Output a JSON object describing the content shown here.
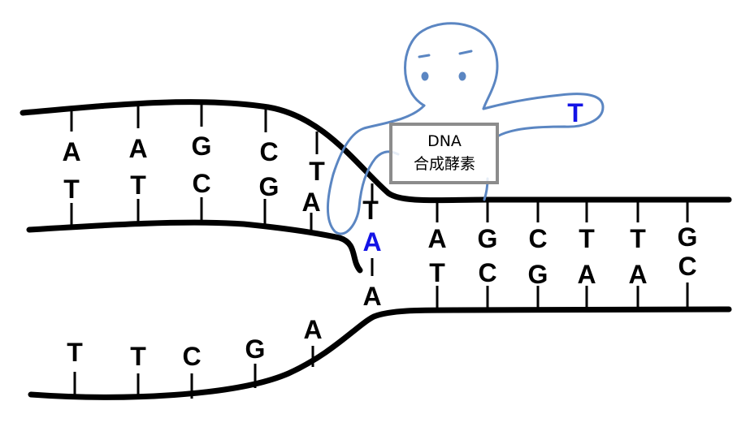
{
  "enzyme": {
    "label_line1": "DNA",
    "label_line2": "合成酵素",
    "held_base": "T"
  },
  "colors": {
    "strand": "#000000",
    "enzyme_outline": "#5b86c2",
    "new_base": "#1414e6",
    "label_box_border": "#8c8c8c"
  },
  "upper_left_pairs": [
    {
      "top": "A",
      "bottom": "T"
    },
    {
      "top": "A",
      "bottom": "T"
    },
    {
      "top": "G",
      "bottom": "C"
    },
    {
      "top": "C",
      "bottom": "G"
    },
    {
      "top": "T",
      "bottom": "A"
    }
  ],
  "fork_pair": {
    "top": "T",
    "new": "A",
    "bottom": "A"
  },
  "right_pairs": [
    {
      "top": "A",
      "bottom": "T"
    },
    {
      "top": "G",
      "bottom": "C"
    },
    {
      "top": "C",
      "bottom": "G"
    },
    {
      "top": "T",
      "bottom": "A"
    },
    {
      "top": "T",
      "bottom": "A"
    },
    {
      "top": "G",
      "bottom": "C"
    }
  ],
  "lower_strand_bases": [
    "T",
    "T",
    "C",
    "G",
    "A"
  ]
}
